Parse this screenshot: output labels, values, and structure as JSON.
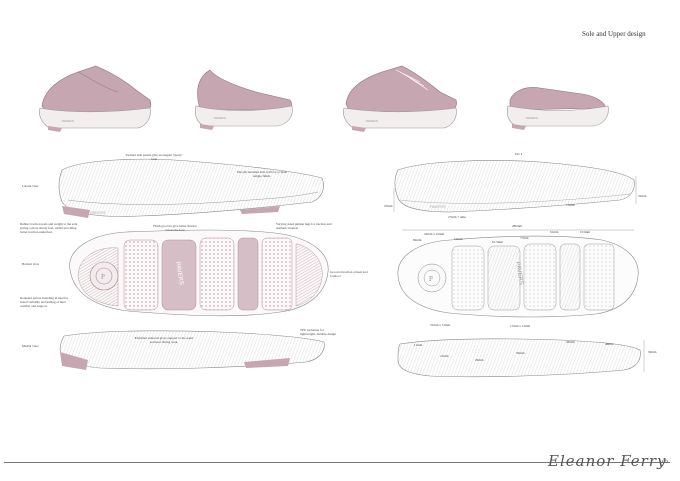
{
  "header": {
    "title": "Sole and Upper design"
  },
  "signature": {
    "name": "Eleanor Ferry",
    "mark": "ꝏ"
  },
  "views": {
    "lateral": "Lateral view",
    "bottom": "Bottom view",
    "medial": "Medial view"
  },
  "annotations": {
    "swirl": "Swirled side panels give an elegant 'sporty' look",
    "smooth": "Smooth bevelled side wall for a clean, simple finish.",
    "rubber": "Rubber traction pads add weight to the sole giving a more sturdy feel, whilst providing better traction underfoot.",
    "flush": "Flush grooves give better flexion across the foot",
    "varying": "Varying sized pimple lugs for traction and aesthetic interest",
    "grooved": "Grooved traction at heel and forefoot",
    "rounded": "Rounded pavers branding in heel for brand visibility and feeling of heel comfort and support.",
    "extended": "Extended sidewall gives support to the waist and heel during wear.",
    "tpu": "TPU inclusion for lightweight, durable design"
  },
  "brand": {
    "sole_text": "PAVERS",
    "logo_text": "P"
  },
  "tech": {
    "uk": "UK 4",
    "dims": {
      "d25": "25mm",
      "d27": "27mm + 4mu",
      "d15": "15mm",
      "d32": "32mm",
      "d280": "280mm",
      "d24x": "24mm x 22mm",
      "d10": "10mm",
      "d82": "82mm",
      "d61": "61.5mm",
      "d77": "77mm",
      "d61b": "61mm",
      "d101": "101mm",
      "d31x": "31mm x 31mm",
      "d17x": "17mm x 12mm",
      "d11": "11mm",
      "d21": "21mm",
      "d29": "29mm",
      "d50": "50mm",
      "d45": "45mm",
      "d46": "46mm",
      "d30": "30mm"
    }
  },
  "colors": {
    "mauve": "#c9a9b3",
    "mauve_dark": "#a98593",
    "sole": "#f1eded",
    "line": "#8c8c8c"
  }
}
